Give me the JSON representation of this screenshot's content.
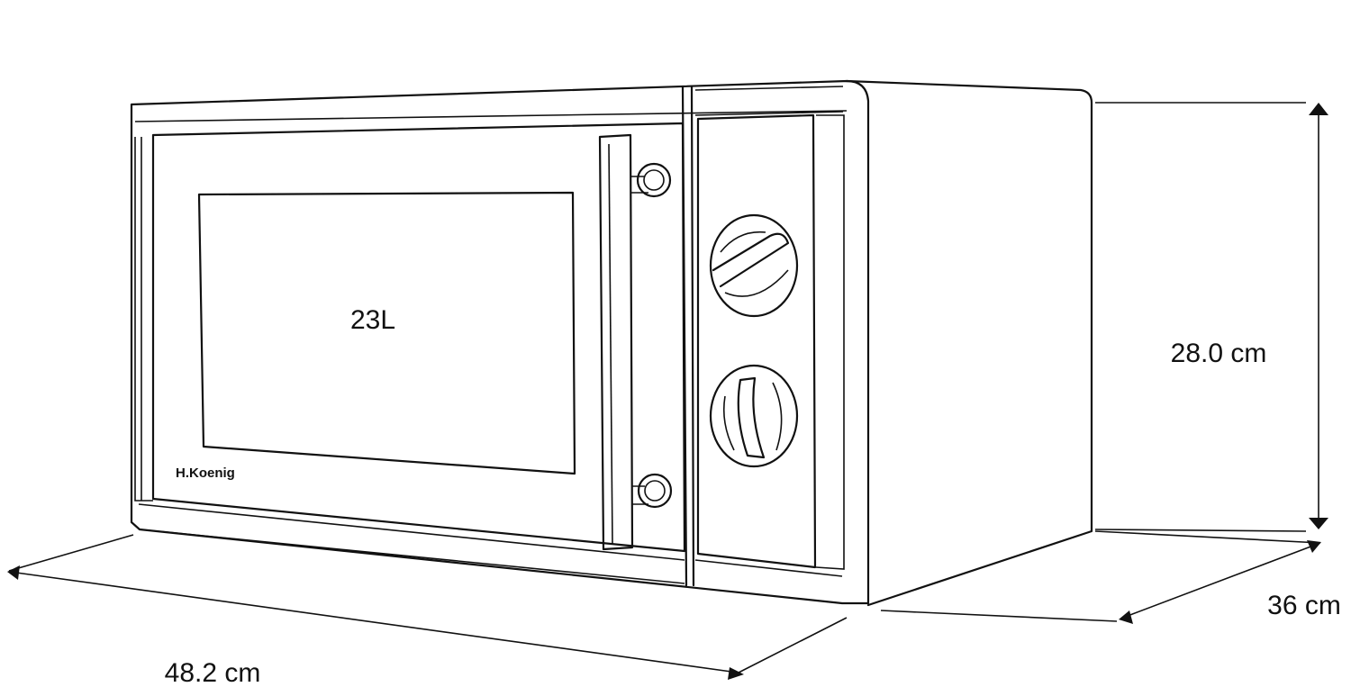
{
  "product": {
    "capacity_label": "23L",
    "brand_logo": "H.Koenig"
  },
  "dimensions": {
    "width_label": "48.2 cm",
    "height_label": "28.0 cm",
    "depth_label": "36 cm"
  },
  "colors": {
    "line": "#111111",
    "background": "#ffffff"
  }
}
